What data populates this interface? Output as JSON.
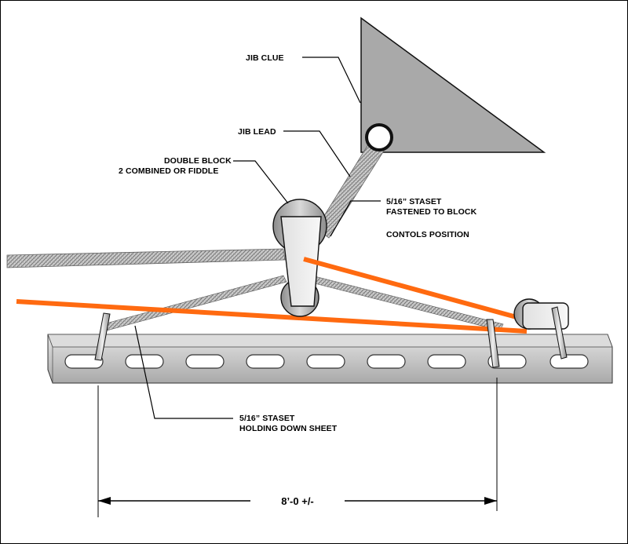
{
  "labels": {
    "jib_clue": "JIB CLUE",
    "jib_lead": "JIB LEAD",
    "double_block_line1": "DOUBLE BLOCK",
    "double_block_line2": "2 COMBINED OR FIDDLE",
    "staset_block_line1": "5/16” STASET",
    "staset_block_line2": "FASTENED TO BLOCK",
    "controls_position": "CONTOLS POSITION",
    "staset_down_line1": "5/16” STASET",
    "staset_down_line2": "HOLDING DOWN SHEET",
    "dimension": "8’-0 +/-"
  },
  "icons": {
    "jib_sail": "triangle-sail-icon",
    "double_block": "pulley-block-icon",
    "end_block": "fairlead-block-icon",
    "track": "slotted-track-icon"
  },
  "colors": {
    "line_orange": "#ff6a10",
    "sail_gray": "#a9a9a9",
    "track_gray": "#c4c4c4"
  }
}
